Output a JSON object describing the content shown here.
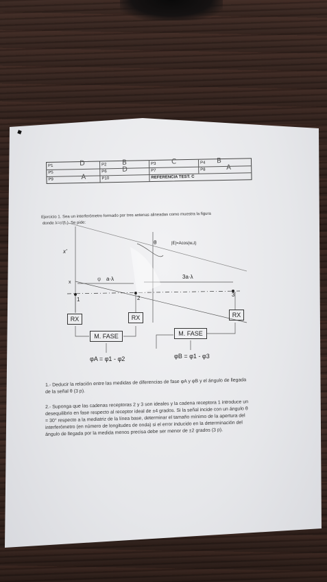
{
  "header": {
    "rows": [
      [
        {
          "label": "P1",
          "answer": "D"
        },
        {
          "label": "P2",
          "answer": "B"
        },
        {
          "label": "P3",
          "answer": "C"
        },
        {
          "label": "P4",
          "answer": "B"
        }
      ],
      [
        {
          "label": "P5",
          "answer": ""
        },
        {
          "label": "P6",
          "answer": "D"
        },
        {
          "label": "P7",
          "answer": ""
        },
        {
          "label": "P8",
          "answer": "A"
        }
      ],
      [
        {
          "label": "P9",
          "answer": "A"
        },
        {
          "label": "P10",
          "answer": ""
        },
        {
          "label": "REFERENCIA TEST: C",
          "answer": ""
        }
      ]
    ]
  },
  "exercise": {
    "line1": "Ejercicio 1. Sea un interferómetro formado por tres antenas alineadas como muestra la figura",
    "line2": "donde λ=c/(f₀). Se pide:"
  },
  "diagram": {
    "field_label": "|E|=Acos(w₀t)",
    "theta_label": "θ",
    "x_label": "x",
    "xprime_label": "x'",
    "dist_left": "a·λ",
    "dist_right": "3a·λ",
    "phi_label": "φ",
    "antennas": [
      "1",
      "2",
      "3"
    ],
    "receiver_label": "RX",
    "phase_meter_label": "M. FASE",
    "eq_a": "φA = φ1 - φ2",
    "eq_b": "φB = φ1 - φ3"
  },
  "questions": {
    "q1_line1": "1.- Deducir la relación entre las medidas de diferencias de fase φA y φB y el ángulo de llegada",
    "q1_line2": "de la señal θ (3 p).",
    "q2_line1": "2.- Suponga que las cadenas receptoras 2 y 3 son ideales y la cadena receptora 1 introduce un",
    "q2_line2": "desequilibrio en fase respecto al receptor ideal de ±4 grados. Si la señal incide con un ángulo θ",
    "q2_line3": "= 30° respecto a la mediatriz de la línea base, determinar el tamaño mínimo de la apertura del",
    "q2_line4": "interferómetro (en número de longitudes de onda) si el error inducido en la determinación del",
    "q2_line5": "ángulo de llegada por la medida menos precisa debe ser menor de ±2 grados (3 p)."
  }
}
